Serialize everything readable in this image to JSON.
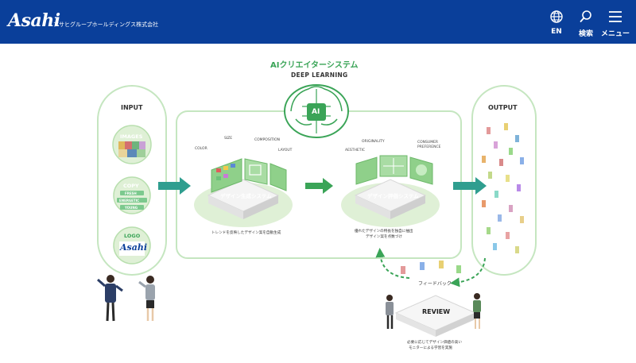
{
  "header": {
    "logo": "Asahi",
    "company": "アサヒグループホールディングス株式会社",
    "nav": {
      "en_label": "EN",
      "search_label": "検索",
      "menu_label": "メニュー"
    },
    "colors": {
      "background": "#0a3f9a",
      "text": "#ffffff"
    }
  },
  "diagram": {
    "title": "AIクリエイターシステム",
    "subtitle": "DEEP LEARNING",
    "core_label": "AI",
    "input": {
      "heading": "INPUT",
      "images_label": "IMAGES",
      "copy_label": "COPY",
      "copy_tags": [
        "FRESH",
        "ENERGETIC",
        "YOUNG"
      ],
      "logo_label": "LOGO",
      "logo_text": "Asahi"
    },
    "generation": {
      "labels": [
        "COLOR",
        "SIZE",
        "COMPOSITION",
        "LAYOUT"
      ],
      "system_label": "デザイン生成システム",
      "caption": "トレンドを反映したデザイン案を自動生成"
    },
    "evaluation": {
      "labels": [
        "ORIGINALITY",
        "AESTHETIC",
        "CONSUMER PREFERENCE"
      ],
      "system_label": "デザイン評価システム",
      "caption_line1": "優れたデザインの特長を独自に抽出",
      "caption_line2": "デザイン案を点数づけ"
    },
    "output": {
      "heading": "OUTPUT"
    },
    "feedback_label": "フィードバック",
    "review": {
      "label": "REVIEW",
      "caption_line1": "必要に応じてデザイン価値の高い",
      "caption_line2": "モニターによる学習を実施"
    },
    "colors": {
      "accent_green": "#3aa457",
      "light_green": "#dff0d6",
      "mid_green": "#8fd08a",
      "teal_arrow": "#2f9e8f"
    }
  }
}
